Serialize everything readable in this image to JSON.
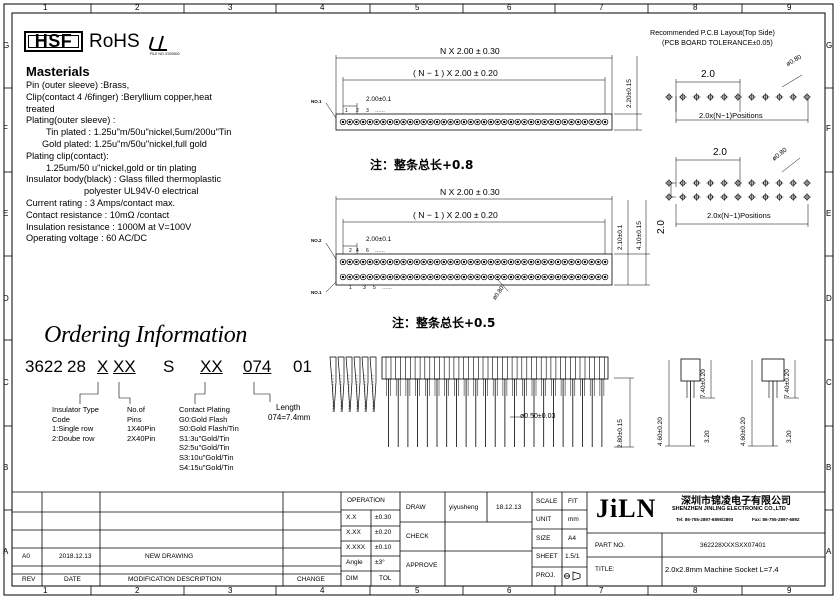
{
  "border": {
    "cols": [
      "1",
      "2",
      "3",
      "4",
      "5",
      "6",
      "7",
      "8",
      "9"
    ],
    "rows": [
      "G",
      "F",
      "E",
      "D",
      "C",
      "B",
      "A"
    ]
  },
  "logos": {
    "hsf": "HSF",
    "rohs": "RoHS",
    "ul_file": "FILE NO: E000000"
  },
  "materials": {
    "title": "Masterials",
    "lines": [
      "Pin (outer sleeve) :Brass,",
      "Clip(contact 4 /6finger) :Beryllium copper,heat",
      "treated",
      "Plating(outer sleeve) :",
      "Tin plated : 1.25u\"m/50u\"nickel,5um/200u\"Tin",
      "Gold plated: 1.25u\"m/50u\"nickel,full gold",
      "Plating clip(contact):",
      "1.25um/50 u\"nickel,gold or tin plating",
      "Insulator body(black) :  Glass filled thermoplastic",
      "polyester UL94V-0 electrical",
      "Current  rating :  3 Amps/contact max.",
      "Contact  resistance  : 10mΩ /contact",
      "Insulation  resistance : 1000M   at V=100V",
      "Operating voltage  :  60 AC/DC"
    ]
  },
  "ordering": {
    "title": "Ordering Information",
    "code": [
      "3622",
      "28",
      "X",
      "XX",
      "S",
      "XX",
      "074",
      "01"
    ],
    "insulator": [
      "Insulator  Type",
      "Code",
      "1:Single  row",
      "2:Doube  row"
    ],
    "pins": [
      "No.of",
      "Pins",
      "1X40Pin",
      "2X40Pin"
    ],
    "plating": [
      "Contact  Plating",
      "G0:Gold  Flash",
      "S0:Gold  Flash/Tin",
      "S1:3u\"Gold/Tin",
      "S2:5u\"Gold/Tin",
      "S3:10u\"Gold/Tin",
      "S4:15u\"Gold/Tin"
    ],
    "length": [
      "Length",
      "074=7.4mm"
    ]
  },
  "drawing_top": {
    "nx": "N X 2.00 ± 0.30",
    "n1x": "( N − 1 ) X 2.00 ± 0.20",
    "pitch": "2.00±0.1",
    "no1": "NO.1",
    "pin_nums": [
      "1",
      "2",
      "3",
      "……"
    ],
    "height": "2.20±0.15",
    "note": "注：整条总长+0.8"
  },
  "drawing_mid": {
    "nx": "N X 2.00 ± 0.30",
    "n1x": "( N − 1 ) X 2.00 ± 0.20",
    "pitch": "2.00±0.1",
    "no2": "NO.2",
    "no1": "NO.1",
    "pin_top": [
      "2",
      "4",
      "6",
      "……"
    ],
    "pin_bot": [
      "1",
      "3",
      "5",
      "……"
    ],
    "h1": "2.10±0.1",
    "h2": "4.10±0.15",
    "dia": "ø0.80",
    "note": "注：整条总长+0.5"
  },
  "pcb": {
    "title": "Recommended P.C.B Layout(Top Side)",
    "tol": "(PCB BOARD TOLERANCE±0.05)",
    "p1": "2.0",
    "d1": "ø0.80",
    "pos1": "2.0x(N−1)Positions",
    "p2": "2.0",
    "d2": "ø0.80",
    "v2": "2.0",
    "pos2": "2.0x(N−1)Positions"
  },
  "side": {
    "pin_dia": "ø0.50±0.03",
    "tail": "2.80±0.15",
    "h1": "4.60±0.20",
    "h1b": "3.20",
    "h1c": "7.40±0.20",
    "h2": "4.60±0.20",
    "h2b": "3.20",
    "h2c": "7.40±0.20"
  },
  "titleblock": {
    "operation": "OPERATION",
    "tol_rows": [
      [
        "X.X",
        "±0.30"
      ],
      [
        "X.XX",
        "±0.20"
      ],
      [
        "X.XXX",
        "±0.10"
      ],
      [
        "Angle",
        "±3°"
      ]
    ],
    "dim": "DIM",
    "tol": "TOL",
    "draw": "DRAW",
    "drawer": "yiyusheng",
    "date": "18.12.13",
    "check": "CHECK",
    "approve": "APPROVE",
    "scale": "SCALE",
    "scale_v": "FIT",
    "unit": "UNIT",
    "unit_v": "mm",
    "size": "SIZE",
    "size_v": "A4",
    "sheet": "SHEET",
    "sheet_v": "1.5/1",
    "proj": "PROJ.",
    "brand": "JiLN",
    "company_cn": "深圳市锦凌电子有限公司",
    "company_en": "SHENZHEN JINLING ELECTRONIC CO.,LTD",
    "tel": "Tel: 86-755-2897-6895/2893",
    "fax": "Fax: 86-755-2897-6892",
    "part_no_l": "PART  NO.",
    "part_no": "362228XXXSXX07401",
    "title_l": "TITLE:",
    "title": "2.0x2.8mm  Machine  Socket  L=7.4",
    "rev_row": [
      "A0",
      "2018.12.13",
      "NEW  DRAWING"
    ],
    "rev_head": [
      "REV",
      "DATE",
      "MODIFICATION  DESCRIPTION",
      "CHANGE"
    ]
  }
}
